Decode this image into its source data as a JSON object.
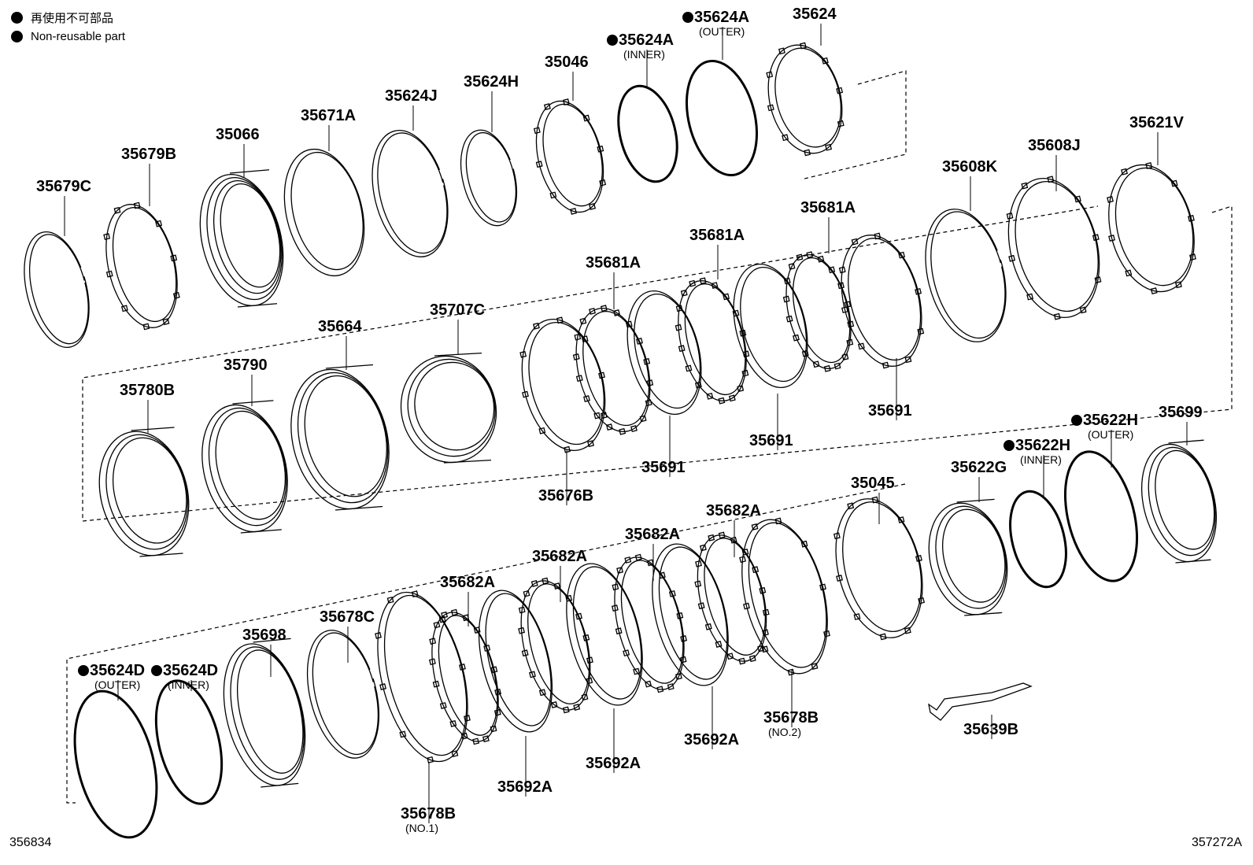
{
  "legend": {
    "jp_text": "再使用不可部品",
    "en_text": "Non-reusable part"
  },
  "footer": {
    "left_code": "356834",
    "right_code": "357272A"
  },
  "parts": [
    {
      "id": "p1",
      "label": "35679C",
      "type": "snap"
    },
    {
      "id": "p2",
      "label": "35679B",
      "type": "lugplate"
    },
    {
      "id": "p3",
      "label": "35066",
      "type": "pack"
    },
    {
      "id": "p4",
      "label": "35671A",
      "type": "flat"
    },
    {
      "id": "p5",
      "label": "35624J",
      "type": "snap"
    },
    {
      "id": "p6",
      "label": "35624H",
      "type": "snap"
    },
    {
      "id": "p7",
      "label": "35046",
      "type": "spring"
    },
    {
      "id": "p8",
      "label": "35624A",
      "sub": "(INNER)",
      "nonreusable": true,
      "type": "oring"
    },
    {
      "id": "p9",
      "label": "35624A",
      "sub": "(OUTER)",
      "nonreusable": true,
      "type": "oring"
    },
    {
      "id": "p10",
      "label": "35624",
      "type": "piston"
    },
    {
      "id": "p11",
      "label": "35780B",
      "type": "drum"
    },
    {
      "id": "p12",
      "label": "35790",
      "type": "hub"
    },
    {
      "id": "p13",
      "label": "35664",
      "type": "drum2"
    },
    {
      "id": "p14",
      "label": "35707C",
      "type": "cone"
    },
    {
      "id": "p15",
      "label": "35676B",
      "type": "lugplate"
    },
    {
      "id": "p16",
      "label": "35681A",
      "type": "disc"
    },
    {
      "id": "p17",
      "label": "35691",
      "type": "plate"
    },
    {
      "id": "p18",
      "label": "35681A",
      "type": "disc"
    },
    {
      "id": "p19",
      "label": "35691",
      "type": "plate"
    },
    {
      "id": "p20",
      "label": "35681A",
      "type": "disc"
    },
    {
      "id": "p21",
      "label": "35691",
      "type": "lugplate"
    },
    {
      "id": "p22",
      "label": "35608K",
      "type": "snap"
    },
    {
      "id": "p23",
      "label": "35608J",
      "type": "spring"
    },
    {
      "id": "p24",
      "label": "35621V",
      "type": "piston"
    },
    {
      "id": "p25",
      "label": "35624D",
      "sub": "(OUTER)",
      "nonreusable": true,
      "type": "oring"
    },
    {
      "id": "p26",
      "label": "35624D",
      "sub": "(INNER)",
      "nonreusable": true,
      "type": "oring"
    },
    {
      "id": "p27",
      "label": "35698",
      "type": "cup"
    },
    {
      "id": "p28",
      "label": "35678C",
      "type": "snap"
    },
    {
      "id": "p29",
      "label": "35678B",
      "sub": "(NO.1)",
      "type": "lugplate"
    },
    {
      "id": "p30",
      "label": "35682A",
      "type": "disc"
    },
    {
      "id": "p31",
      "label": "35692A",
      "type": "plate"
    },
    {
      "id": "p32",
      "label": "35682A",
      "type": "disc"
    },
    {
      "id": "p33",
      "label": "35692A",
      "type": "plate"
    },
    {
      "id": "p34",
      "label": "35682A",
      "type": "disc"
    },
    {
      "id": "p35",
      "label": "35692A",
      "type": "plate"
    },
    {
      "id": "p36",
      "label": "35682A",
      "type": "disc"
    },
    {
      "id": "p37",
      "label": "35678B",
      "sub": "(NO.2)",
      "type": "lugplate"
    },
    {
      "id": "p38",
      "label": "35045",
      "type": "spring"
    },
    {
      "id": "p39",
      "label": "35622G",
      "type": "cup"
    },
    {
      "id": "p40",
      "label": "35622H",
      "sub": "(INNER)",
      "nonreusable": true,
      "type": "oring"
    },
    {
      "id": "p41",
      "label": "35622H",
      "sub": "(OUTER)",
      "nonreusable": true,
      "type": "oring"
    },
    {
      "id": "p42",
      "label": "35699",
      "type": "cup"
    },
    {
      "id": "p43",
      "label": "35639B",
      "type": "clip"
    }
  ]
}
